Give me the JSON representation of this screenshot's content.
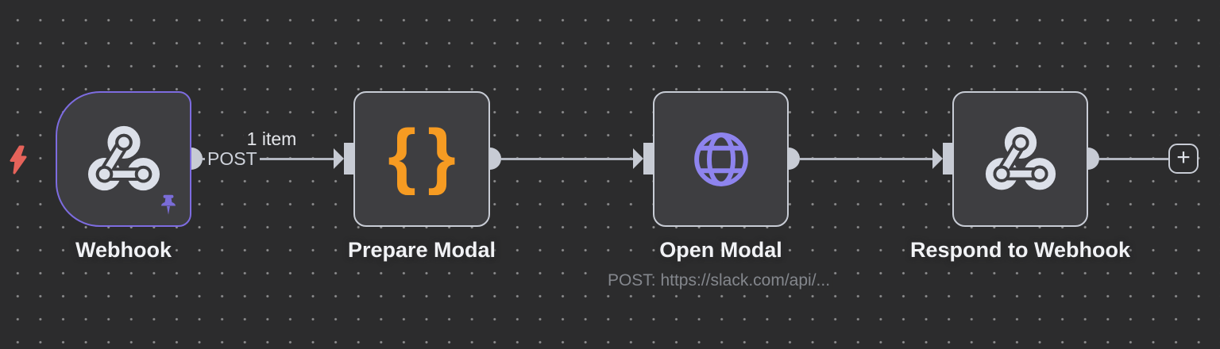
{
  "canvas": {
    "background": "#2c2c2d",
    "node_fill": "#3e3e41",
    "node_border": "#c8ccd5",
    "trigger_border": "#7d6ce0",
    "connection_color": "#b3b7c1",
    "bolt_color": "#e6635a",
    "pin_color": "#7a6cd8",
    "webhook_icon_color": "#dce0e9",
    "braces_icon_color": "#f69b22",
    "globe_icon_color": "#8e84ee"
  },
  "workflow": {
    "nodes": [
      {
        "name": "Webhook",
        "icon": "webhook",
        "pinned": true
      },
      {
        "name": "Prepare Modal",
        "icon": "curly-braces",
        "icon_glyph": "{}"
      },
      {
        "name": "Open Modal",
        "icon": "globe",
        "subtitle": "POST: https://slack.com/api/..."
      },
      {
        "name": "Respond to Webhook",
        "icon": "webhook"
      }
    ],
    "connections": [
      {
        "from": "Webhook",
        "to": "Prepare Modal",
        "output_label": "POST",
        "items_label": "1 item"
      },
      {
        "from": "Prepare Modal",
        "to": "Open Modal"
      },
      {
        "from": "Open Modal",
        "to": "Respond to Webhook"
      },
      {
        "from": "Respond to Webhook",
        "to": "add-node-button"
      }
    ],
    "add_button_label": "+"
  }
}
